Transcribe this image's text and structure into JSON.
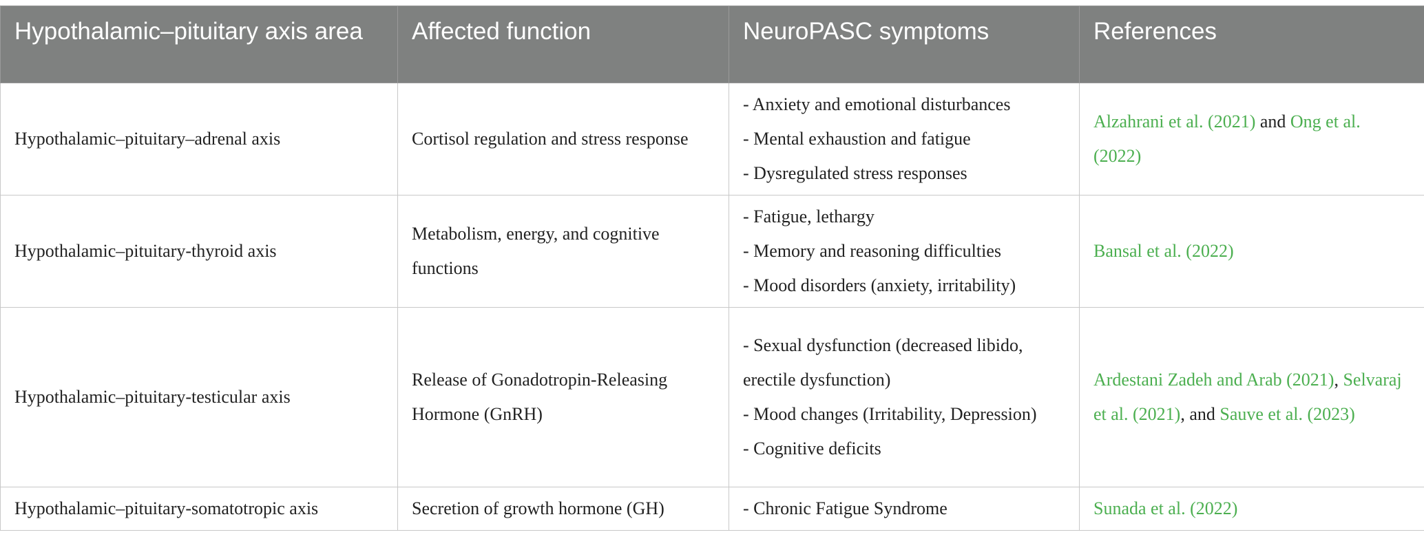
{
  "header": {
    "col1": "Hypothalamic–pituitary axis area",
    "col2": "Affected function",
    "col3": "NeuroPASC symptoms",
    "col4": "References"
  },
  "rows": [
    {
      "area": "Hypothalamic–pituitary–adrenal axis",
      "function": "Cortisol regulation and stress response",
      "symptoms": [
        "- Anxiety and emotional disturbances",
        "- Mental exhaustion and fatigue",
        "- Dysregulated stress responses"
      ],
      "refs": [
        {
          "text": "Alzahrani et al. (2021)",
          "sep": " and "
        },
        {
          "text": "Ong et al. (2022)",
          "sep": ""
        }
      ]
    },
    {
      "area": "Hypothalamic–pituitary-thyroid axis",
      "function": "Metabolism, energy, and cognitive functions",
      "symptoms": [
        "- Fatigue, lethargy",
        "- Memory and reasoning difficulties",
        "- Mood disorders (anxiety, irritability)"
      ],
      "refs": [
        {
          "text": "Bansal et al. (2022)",
          "sep": ""
        }
      ]
    },
    {
      "area": "Hypothalamic–pituitary-testicular axis",
      "function": "Release of Gonadotropin-Releasing Hormone (GnRH)",
      "symptoms": [
        "- Sexual dysfunction (decreased libido, erectile dysfunction)",
        "- Mood changes (Irritability, Depression)",
        "- Cognitive deficits"
      ],
      "refs": [
        {
          "text": "Ardestani Zadeh and Arab (2021)",
          "sep": ", "
        },
        {
          "text": "Selvaraj et al. (2021)",
          "sep": ", and "
        },
        {
          "text": "Sauve et al. (2023)",
          "sep": ""
        }
      ]
    },
    {
      "area": "Hypothalamic–pituitary-somatotropic axis",
      "function": "Secretion of growth hormone (GH)",
      "symptoms": [
        "- Chronic Fatigue Syndrome"
      ],
      "refs": [
        {
          "text": "Sunada et al. (2022)",
          "sep": ""
        }
      ]
    }
  ],
  "colors": {
    "header_bg": "#7f8180",
    "link": "#4caf50"
  }
}
